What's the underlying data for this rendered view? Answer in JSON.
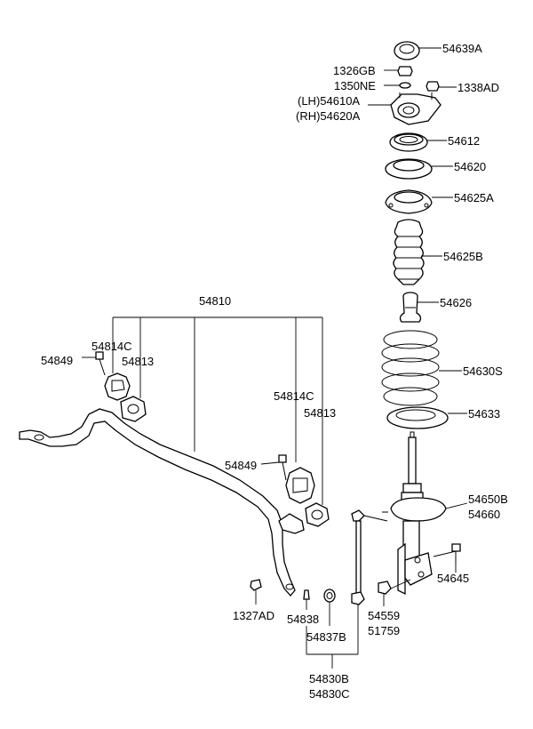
{
  "labels": {
    "p54639A": "54639A",
    "p1326GB": "1326GB",
    "p1350NE": "1350NE",
    "p1338AD": "1338AD",
    "p54610A": "(LH)54610A",
    "p54620A": "(RH)54620A",
    "p54612": "54612",
    "p54620": "54620",
    "p54625A": "54625A",
    "p54625B": "54625B",
    "p54626": "54626",
    "p54630S": "54630S",
    "p54633": "54633",
    "p54650B": "54650B",
    "p54660": "54660",
    "p54645": "54645",
    "p54559": "54559",
    "p51759": "51759",
    "p54810": "54810",
    "p54814C_l": "54814C",
    "p54849_l": "54849",
    "p54813_l": "54813",
    "p54814C_r": "54814C",
    "p54813_r": "54813",
    "p54849_r": "54849",
    "p1327AD": "1327AD",
    "p54838": "54838",
    "p54837B": "54837B",
    "p54830B": "54830B",
    "p54830C": "54830C"
  }
}
